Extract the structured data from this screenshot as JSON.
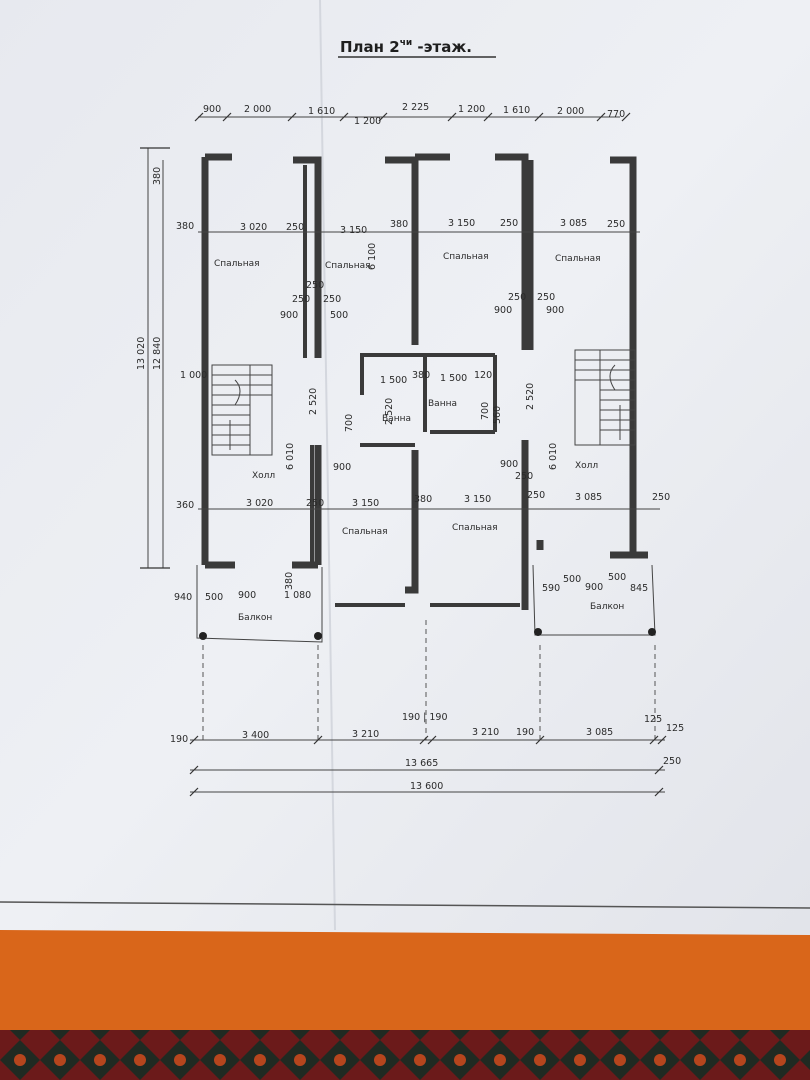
{
  "title": {
    "main": "План 2",
    "sup": "чи",
    "rest": " -этаж."
  },
  "top_dims": [
    "900",
    "2 000",
    "1 610",
    "1 200",
    "2 225",
    "1 200",
    "1 610",
    "2 000",
    "770"
  ],
  "left_dims": {
    "outer": "13 020",
    "inner": "12 840",
    "top_small": "380"
  },
  "row_dims_upper": [
    "380",
    "3 020",
    "250",
    "3 150",
    "380",
    "3 150",
    "250",
    "3 085",
    "250"
  ],
  "row_dims_lower": [
    "360",
    "3 020",
    "250",
    "3 150",
    "380",
    "3 150",
    "250",
    "3 085",
    "250"
  ],
  "rooms": {
    "bedroom": "Спальная",
    "hall": "Холл",
    "hall_right": "Холл",
    "bath": "Ванна",
    "balcony": "Балкон"
  },
  "inner_dims": {
    "d250": "250",
    "d900": "900",
    "d500": "500",
    "d1000": "1 000",
    "d2520": "2 520",
    "d6010": "6 010",
    "d6100": "6 100",
    "d1500": "1 500",
    "d380": "380",
    "d120": "120",
    "d700": "700",
    "d560": "560",
    "d940": "940",
    "d1080": "1 080",
    "d845": "845",
    "d590": "590"
  },
  "bottom_dims": {
    "row1": [
      "190",
      "3 400",
      "3 210",
      "190 | 190",
      "3 210",
      "190",
      "3 085",
      "125",
      "125"
    ],
    "total1": "13 665",
    "end250": "250",
    "total2": "13 600"
  }
}
